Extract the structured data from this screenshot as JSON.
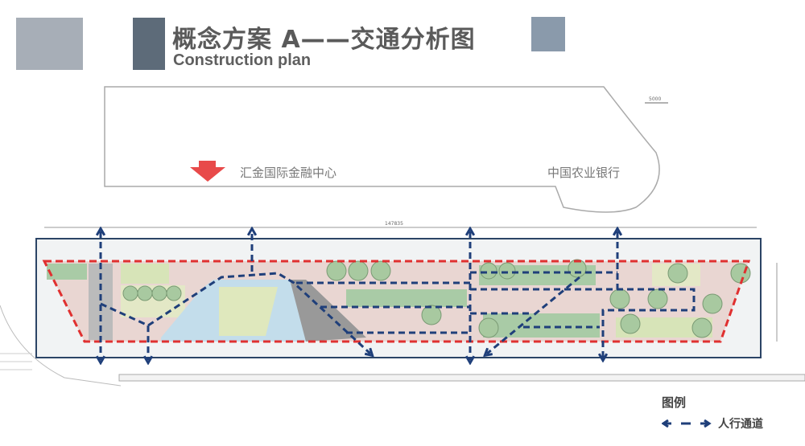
{
  "header": {
    "title": "概念方案 A——交通分析图",
    "subtitle": "Construction plan",
    "colors": {
      "block_left": "#a7aeb7",
      "block_mid": "#5d6b79",
      "block_right": "#8a9aab"
    }
  },
  "plan": {
    "buildings": [
      "汇金国际金融中心",
      "中国农业银行"
    ],
    "dimensions": [
      "147835",
      "5000"
    ],
    "colors": {
      "site_boundary": "#2b4466",
      "red_line": "#e03030",
      "pedestrian_path": "#1f3f7a",
      "entrance_arrow": "#e84a4a"
    }
  },
  "legend": {
    "title": "图例",
    "items": [
      {
        "icon": "double-arrow-dashed-icon",
        "label": "人行通道"
      }
    ]
  }
}
